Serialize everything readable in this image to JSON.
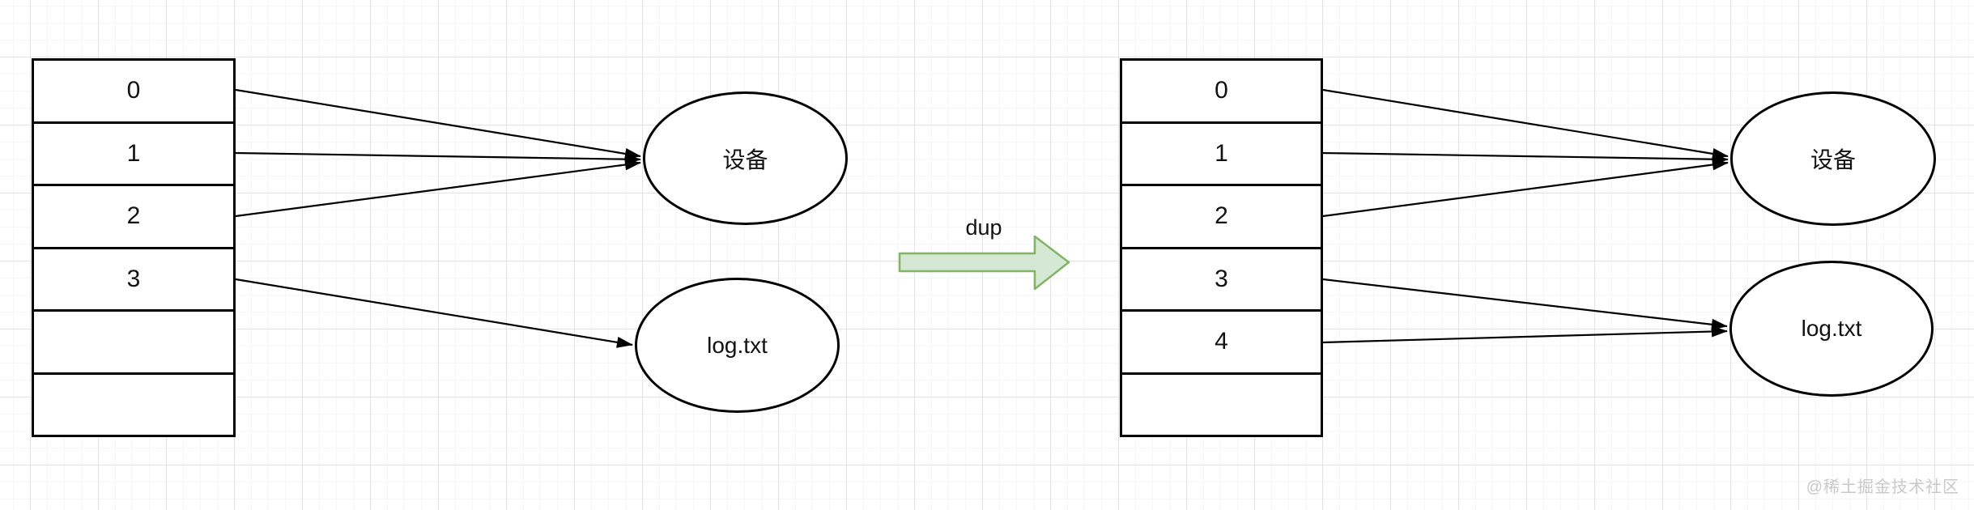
{
  "diagram": {
    "description_type": "fd-table-dup-diagram",
    "before": {
      "fd_table": {
        "rows": [
          "0",
          "1",
          "2",
          "3",
          "",
          ""
        ]
      },
      "device_label": "设备",
      "log_label": "log.txt",
      "mappings": [
        {
          "fd": "0",
          "target": "设备"
        },
        {
          "fd": "1",
          "target": "设备"
        },
        {
          "fd": "2",
          "target": "设备"
        },
        {
          "fd": "3",
          "target": "log.txt"
        }
      ]
    },
    "transition": {
      "label": "dup"
    },
    "after": {
      "fd_table": {
        "rows": [
          "0",
          "1",
          "2",
          "3",
          "4",
          ""
        ]
      },
      "device_label": "设备",
      "log_label": "log.txt",
      "mappings": [
        {
          "fd": "0",
          "target": "设备"
        },
        {
          "fd": "1",
          "target": "设备"
        },
        {
          "fd": "2",
          "target": "设备"
        },
        {
          "fd": "3",
          "target": "log.txt"
        },
        {
          "fd": "4",
          "target": "log.txt"
        }
      ]
    },
    "watermark": "@稀土掘金技术社区"
  },
  "colors": {
    "shape_stroke": "#000000",
    "dup_arrow_fill": "#d5e8d4",
    "dup_arrow_stroke": "#82b366",
    "grid_major": "#e3e3e3",
    "grid_minor": "#f6f6f6",
    "watermark_text": "#c9c9c9"
  }
}
